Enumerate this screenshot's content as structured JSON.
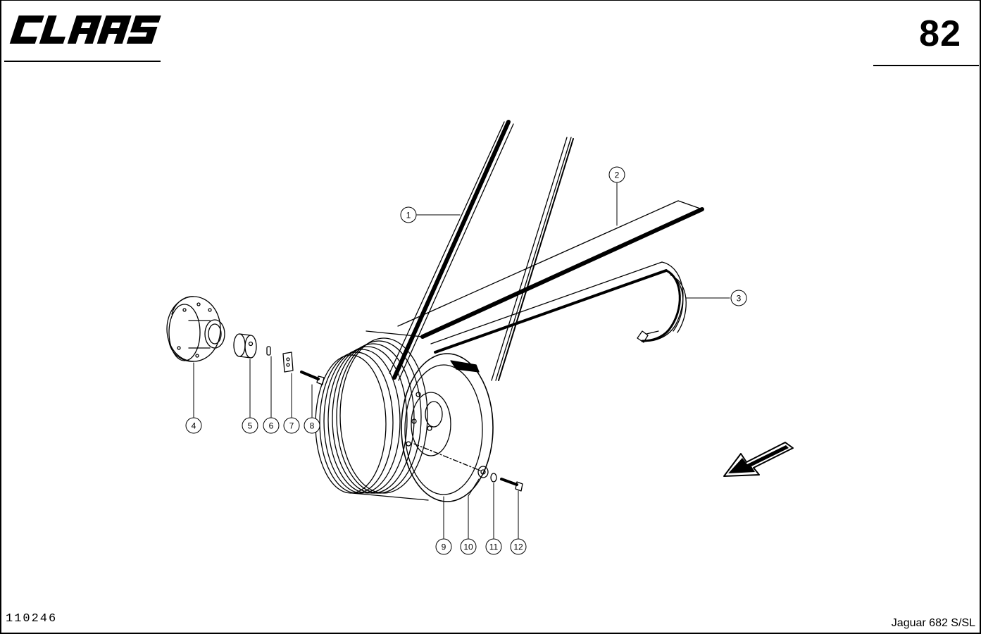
{
  "header": {
    "logo_text": "CLAAS",
    "page_number": "82"
  },
  "footer": {
    "doc_code": "110246",
    "model": "Jaguar 682 S/SL"
  },
  "callouts": [
    {
      "label": "1"
    },
    {
      "label": "2"
    },
    {
      "label": "3"
    },
    {
      "label": "4"
    },
    {
      "label": "5"
    },
    {
      "label": "6"
    },
    {
      "label": "7"
    },
    {
      "label": "8"
    },
    {
      "label": "9"
    },
    {
      "label": "10"
    },
    {
      "label": "11"
    },
    {
      "label": "12"
    }
  ],
  "icons": {
    "direction": "arrow-left-down-icon"
  }
}
